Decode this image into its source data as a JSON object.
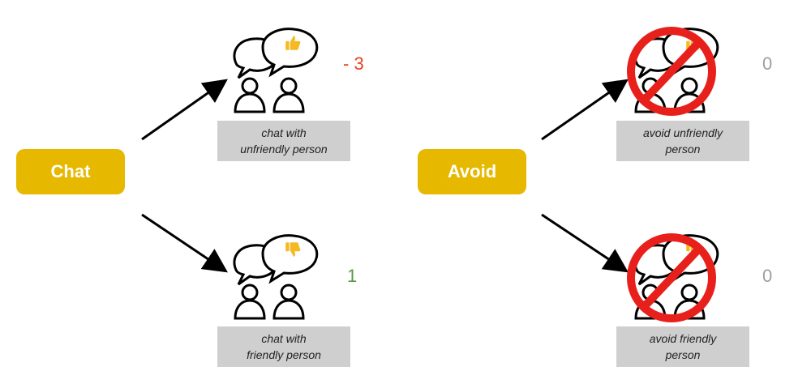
{
  "actions": {
    "chat": {
      "label": "Chat"
    },
    "avoid": {
      "label": "Avoid"
    }
  },
  "outcomes": [
    {
      "caption": "chat with\nunfriendly person",
      "payoff": "- 3",
      "icon": "people-chat-thumbs-up-icon"
    },
    {
      "caption": "chat with\nfriendly person",
      "payoff": "1",
      "icon": "people-chat-thumbs-down-icon"
    },
    {
      "caption": "avoid unfriendly\nperson",
      "payoff": "0",
      "icon": "no-chat-prohibited-icon"
    },
    {
      "caption": "avoid friendly\nperson",
      "payoff": "0",
      "icon": "no-chat-prohibited-icon"
    }
  ],
  "colors": {
    "action_fill": "#e6b800",
    "caption_fill": "#cfcfcf",
    "payoff_negative": "#e8401c",
    "payoff_positive": "#5a9a3a",
    "payoff_neutral": "#9e9e9e",
    "prohibit_red": "#e8201c",
    "thumb_yellow": "#f5b921"
  }
}
